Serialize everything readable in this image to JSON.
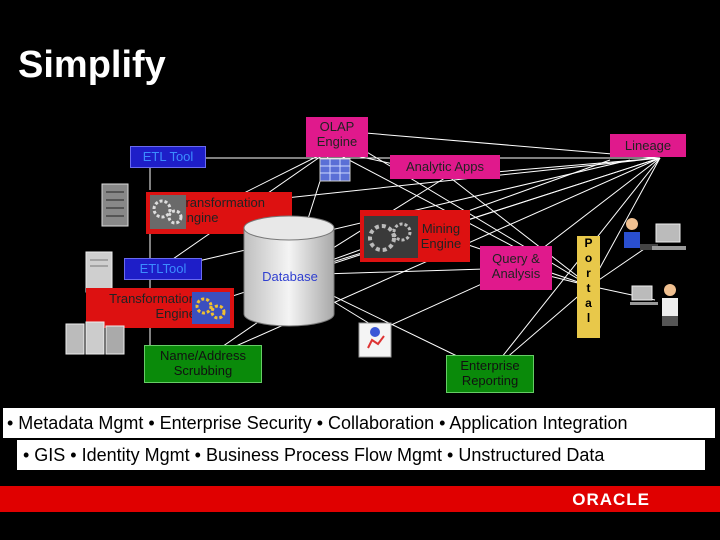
{
  "title": "Simplify",
  "nodes": {
    "olap": "OLAP Engine",
    "lineage": "Lineage",
    "etl_tool_1": "ETL Tool",
    "analytic_apps": "Analytic Apps",
    "transformation_1": "Transformation Engine",
    "mining": "Mining Engine",
    "etl_tool_2": "ETLTool",
    "database": "Database",
    "query": "Query & Analysis",
    "transformation_2": "Transformation Engine",
    "name_address": "Name/Address Scrubbing",
    "enterprise_reporting": "Enterprise Reporting"
  },
  "portal_letters": [
    "P",
    "o",
    "r",
    "t",
    "a",
    "l"
  ],
  "bullets_row1": "• Metadata Mgmt  • Enterprise Security  • Collaboration  • Application Integration",
  "bullets_row2": "• GIS  • Identity Mgmt  • Business Process Flow Mgmt  • Unstructured Data",
  "logo": "ORACLE",
  "colors": {
    "background": "#000000",
    "blue_box": "#1e1ec8",
    "pink_box": "#e0198c",
    "red_box": "#dd1111",
    "green_box": "#0a8a0a",
    "portal": "#e8c84a",
    "footer": "#e00000"
  },
  "icons": [
    "server-icon",
    "gears-icon",
    "cube-icon",
    "database-cylinder-icon",
    "person-at-computer-icon",
    "chart-sheet-icon"
  ]
}
